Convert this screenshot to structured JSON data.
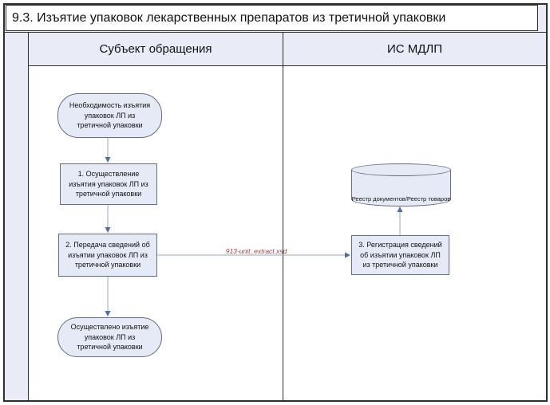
{
  "title": "9.3. Изъятие упаковок лекарственных препаратов из третичной упаковки",
  "lanes": [
    {
      "label": "Субъект обращения"
    },
    {
      "label": "ИС МДЛП"
    }
  ],
  "nodes": {
    "start": {
      "type": "start-event",
      "lines": [
        "Необходимость изъятия",
        "упаковок ЛП из",
        "третичной упаковки"
      ]
    },
    "task1": {
      "type": "task",
      "lines": [
        "1. Осуществление",
        "изъятия упаковок ЛП из",
        "третичной упаковки"
      ]
    },
    "task2": {
      "type": "task",
      "lines": [
        "2. Передача сведений об",
        "изъятии упаковок ЛП из",
        "третичной упаковки"
      ]
    },
    "task3": {
      "type": "task",
      "lines": [
        "3. Регистрация сведений",
        "об  изъятии упаковок ЛП",
        "из третичной упаковки"
      ]
    },
    "end": {
      "type": "end-event",
      "lines": [
        "Осуществлено изъятие",
        "упаковок ЛП из",
        "третичной упаковки"
      ]
    },
    "registry": {
      "type": "datastore",
      "lines": [
        "Реестр документов/Реестр",
        "товаров"
      ]
    }
  },
  "edges": [
    {
      "from": "start",
      "to": "task1"
    },
    {
      "from": "task1",
      "to": "task2"
    },
    {
      "from": "task2",
      "to": "task3",
      "label": "913-unit_extract.xsd"
    },
    {
      "from": "task2",
      "to": "end"
    },
    {
      "from": "task3",
      "to": "registry"
    }
  ],
  "flow": {
    "message_label": "913-unit_extract.xsd"
  },
  "colors": {
    "band_fill": "#e9ecf6",
    "shape_fill": "#e6eaf6",
    "shape_border": "#636d7d",
    "frame_border": "#2f2f2f",
    "arrow_line": "#9aa6c2",
    "arrow_head": "#4e6da6",
    "message_label_red": "#9e3b39"
  }
}
